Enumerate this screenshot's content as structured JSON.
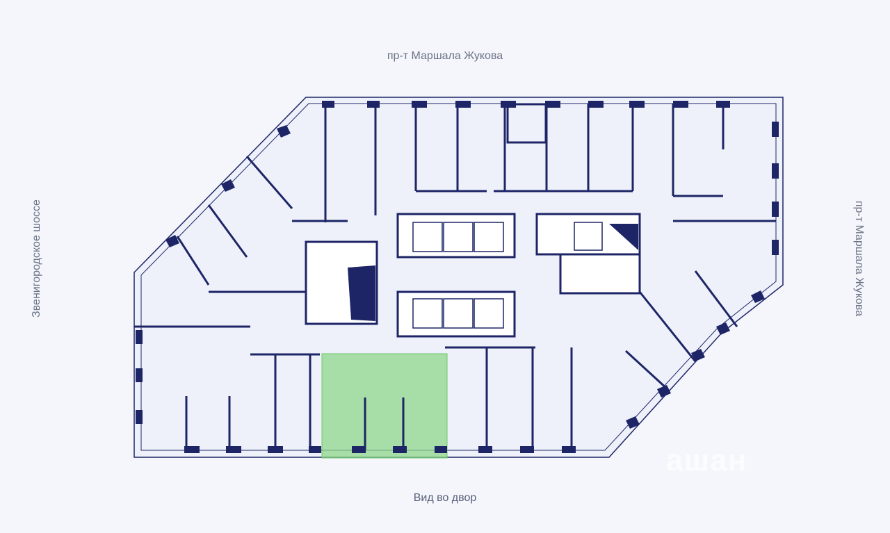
{
  "streets": {
    "top": "пр-т Маршала Жукова",
    "right": "пр-т Маршала Жукова",
    "left": "Звенигородское шоссе",
    "bottom": "Вид во двор"
  },
  "colors": {
    "background": "#f4f6fb",
    "wall": "#1d2566",
    "wall_fill": "#eef1fa",
    "highlight": "#8fd68a",
    "text": "#6b7386"
  },
  "highlighted_unit": {
    "status": "selected apartment"
  },
  "watermark": {
    "text": "ашан",
    "kind": "logo"
  }
}
